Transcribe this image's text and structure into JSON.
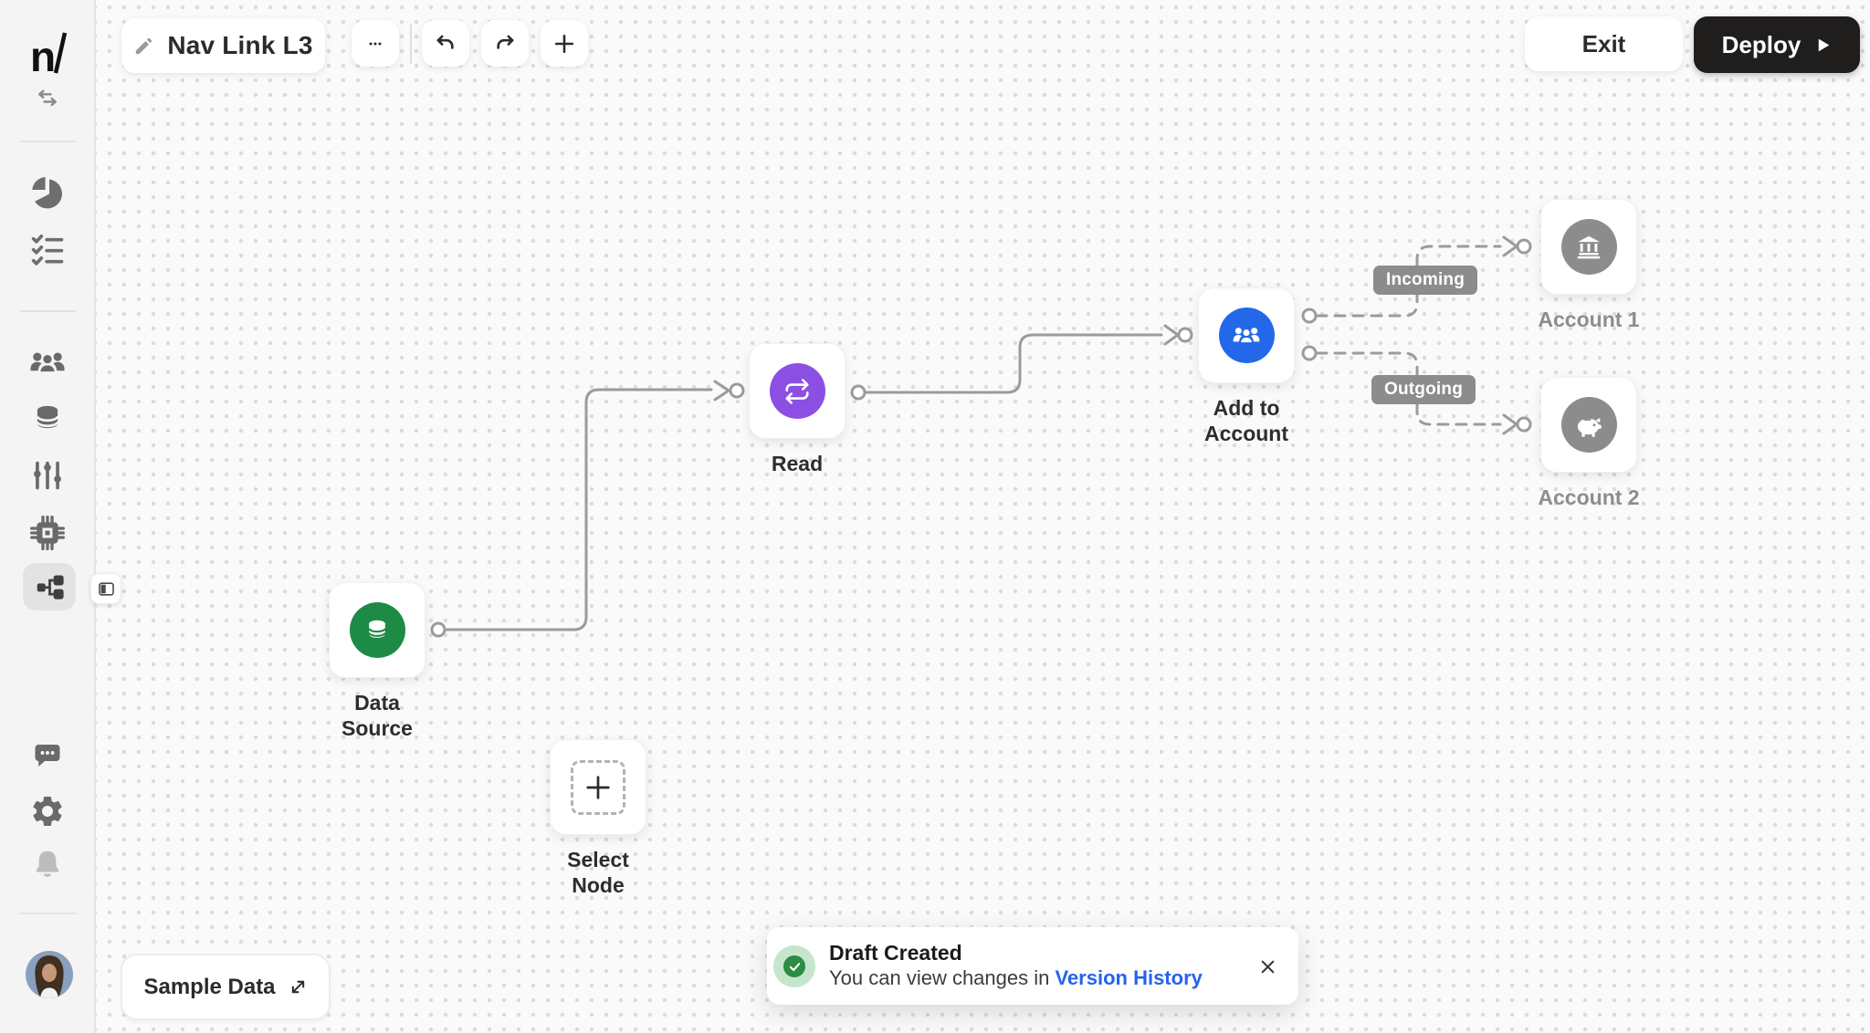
{
  "header": {
    "title": "Nav Link L3",
    "exit_label": "Exit",
    "deploy_label": "Deploy",
    "tools": [
      "more-options",
      "undo",
      "redo",
      "add"
    ]
  },
  "sidebar": {
    "logo": "n",
    "icons": [
      "swap-arrows",
      "pie-chart",
      "checklist",
      "users-group",
      "database",
      "sliders",
      "chip",
      "flow-diagram",
      "chat",
      "settings-gear",
      "notifications-bell",
      "avatar"
    ],
    "selected_icon": "flow-diagram"
  },
  "canvas": {
    "nodes": [
      {
        "id": "data-source",
        "label": "Data\nSource",
        "icon": "database",
        "color": "#1d8a45"
      },
      {
        "id": "read",
        "label": "Read",
        "icon": "repeat-arrows",
        "color": "#8b4fe3"
      },
      {
        "id": "add-to-account",
        "label": "Add to\nAccount",
        "icon": "users-group",
        "color": "#2368e9"
      },
      {
        "id": "account-1",
        "label": "Account 1",
        "icon": "bank",
        "color": "#8c8c8c"
      },
      {
        "id": "account-2",
        "label": "Account 2",
        "icon": "piggy-bank",
        "color": "#8c8c8c"
      },
      {
        "id": "select-node",
        "label": "Select\nNode",
        "icon": "plus-dashed",
        "color": "#ffffff"
      }
    ],
    "edge_labels": {
      "incoming": "Incoming",
      "outgoing": "Outgoing"
    },
    "edge_color": "#9b9b9b"
  },
  "toast": {
    "title": "Draft Created",
    "message_prefix": "You can view changes in ",
    "link_label": "Version History",
    "link_color": "#2563eb",
    "status_color": "#2e8b44"
  },
  "footer": {
    "sample_data_label": "Sample Data"
  }
}
